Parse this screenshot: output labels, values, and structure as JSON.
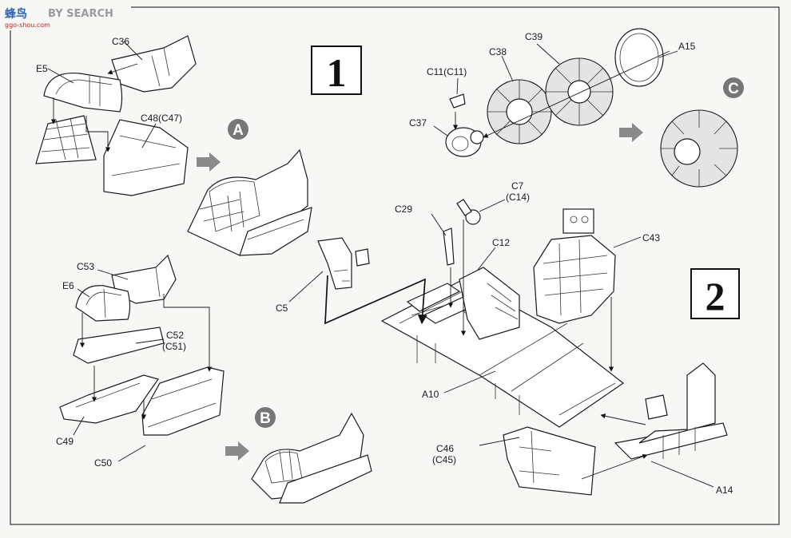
{
  "watermark": {
    "brand_cn": "蜂鸟",
    "brand_en": "BY SEARCH",
    "site": "ggo-shou.com"
  },
  "steps": {
    "step1": "1",
    "step2": "2"
  },
  "badges": {
    "a": "A",
    "b": "B",
    "c": "C"
  },
  "labels": {
    "c36": "C36",
    "e5": "E5",
    "c48": "C48(C47)",
    "c53": "C53",
    "e6": "E6",
    "c52": "C52",
    "c52alt": "(C51)",
    "c49": "C49",
    "c50": "C50",
    "c11": "C11(C11)",
    "c38": "C38",
    "c39": "C39",
    "a15": "A15",
    "c37": "C37",
    "c7": "C7",
    "c7alt": "(C14)",
    "c29": "C29",
    "c12": "C12",
    "c43": "C43",
    "c5": "C5",
    "a10": "A10",
    "c46": "C46",
    "c46alt": "(C45)",
    "a14": "A14"
  },
  "colors": {
    "badge": "#777777",
    "arrow": "#8a8a8a",
    "ink": "#1a1a1a"
  }
}
